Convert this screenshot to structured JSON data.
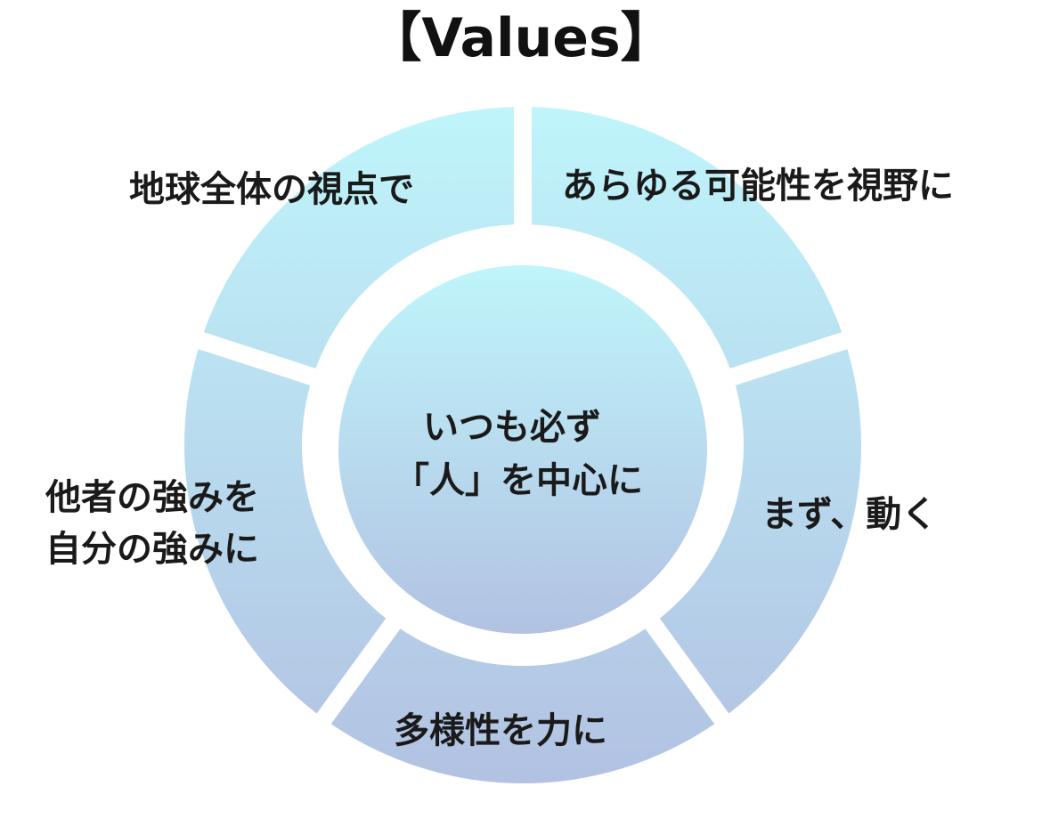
{
  "title": "【Values】",
  "center": {
    "lines": [
      "いつも必ず",
      "「人」を中心に"
    ]
  },
  "segments": [
    {
      "label_lines": [
        "あらゆる可能性を視野に"
      ]
    },
    {
      "label_lines": [
        "まず、動く"
      ]
    },
    {
      "label_lines": [
        "多様性を力に"
      ]
    },
    {
      "label_lines": [
        "他者の強みを",
        "自分の強みに"
      ]
    },
    {
      "label_lines": [
        "地球全体の視点で"
      ]
    }
  ],
  "colors": {
    "ring_top": "#bef4fb",
    "ring_bottom": "#b3c3e3",
    "text": "#1a1a1a",
    "background": "#ffffff"
  }
}
